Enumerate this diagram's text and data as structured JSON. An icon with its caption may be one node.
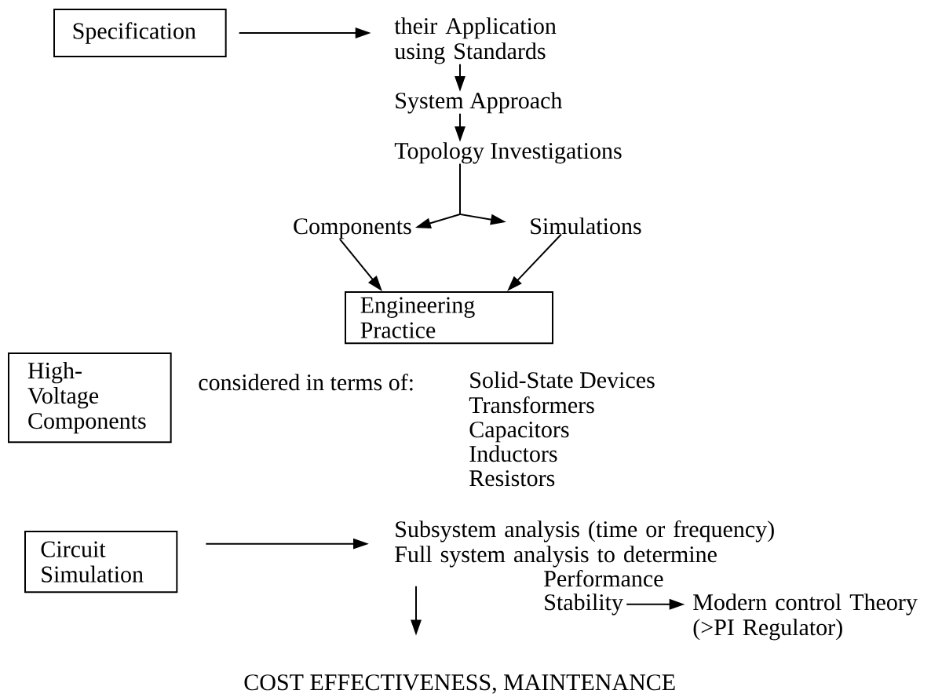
{
  "diagram": {
    "nodes": [
      {
        "text": [
          "Specification"
        ]
      },
      {
        "text": [
          "their Application using Standards"
        ]
      },
      {
        "text": [
          "System Approach"
        ]
      },
      {
        "text": [
          "Topology Investigations"
        ]
      },
      {
        "text": [
          "Components"
        ]
      },
      {
        "text": [
          "Simulations"
        ]
      },
      {
        "text": [
          "Engineering Practice"
        ]
      },
      {
        "text": [
          "High-Voltage Components"
        ]
      },
      {
        "text": [
          "Circuit Simulation"
        ]
      },
      {
        "text": [
          "Subsystem analysis (time or frequency) Full system analysis to determine"
        ]
      },
      {
        "text": [
          "Stability"
        ]
      },
      {
        "text": [
          "Modern control Theory (>PI Regulator)"
        ]
      },
      {
        "text": [
          "COST EFFECTIVENESS, MAINTENANCE"
        ]
      }
    ],
    "edges": [
      {
        "from": 0,
        "to": 1,
        "arrow": "to"
      },
      {
        "from": 1,
        "to": 2,
        "arrow": "to"
      },
      {
        "from": 2,
        "to": 3,
        "arrow": "to"
      },
      {
        "from": 3,
        "to": 4,
        "arrow": "to"
      },
      {
        "from": 3,
        "to": 5,
        "arrow": "to"
      },
      {
        "from": 4,
        "to": 6,
        "arrow": "to"
      },
      {
        "from": 5,
        "to": 6,
        "arrow": "to"
      },
      {
        "from": 8,
        "to": 9,
        "arrow": "to"
      },
      {
        "from": 9,
        "to": 12,
        "arrow": "to"
      },
      {
        "from": 10,
        "to": 11,
        "arrow": "to"
      }
    ],
    "labels": [
      "considered in terms of:",
      "Solid-State Devices",
      "Transformers",
      "Capacitors",
      "Inductors",
      "Resistors",
      "Performance"
    ]
  }
}
